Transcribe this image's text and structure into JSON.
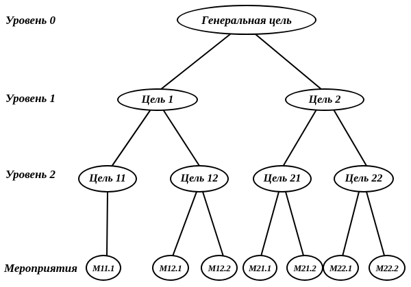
{
  "diagram": {
    "type": "goal-tree",
    "background_color": "#ffffff",
    "line_color": "#000000",
    "text_color": "#000000"
  },
  "levels": [
    {
      "label": "Уровень 0"
    },
    {
      "label": "Уровень 1"
    },
    {
      "label": "Уровень 2"
    },
    {
      "label": "Мероприятия"
    }
  ],
  "nodes": {
    "root": {
      "label": "Генеральная цель"
    },
    "goal1": {
      "label": "Цель 1"
    },
    "goal2": {
      "label": "Цель 2"
    },
    "goal11": {
      "label": "Цель 11"
    },
    "goal12": {
      "label": "Цель 12"
    },
    "goal21": {
      "label": "Цель 21"
    },
    "goal22": {
      "label": "Цель 22"
    },
    "m11_1": {
      "label": "М11.1"
    },
    "m12_1": {
      "label": "М12.1"
    },
    "m12_2": {
      "label": "М12.2"
    },
    "m21_1": {
      "label": "М21.1"
    },
    "m21_2": {
      "label": "М21.2"
    },
    "m22_1": {
      "label": "М22.1"
    },
    "m22_2": {
      "label": "М22.2"
    }
  },
  "edges": [
    [
      "root",
      "goal1"
    ],
    [
      "root",
      "goal2"
    ],
    [
      "goal1",
      "goal11"
    ],
    [
      "goal1",
      "goal12"
    ],
    [
      "goal2",
      "goal21"
    ],
    [
      "goal2",
      "goal22"
    ],
    [
      "goal11",
      "m11_1"
    ],
    [
      "goal12",
      "m12_1"
    ],
    [
      "goal12",
      "m12_2"
    ],
    [
      "goal21",
      "m21_1"
    ],
    [
      "goal21",
      "m21_2"
    ],
    [
      "goal22",
      "m22_1"
    ],
    [
      "goal22",
      "m22_2"
    ]
  ]
}
